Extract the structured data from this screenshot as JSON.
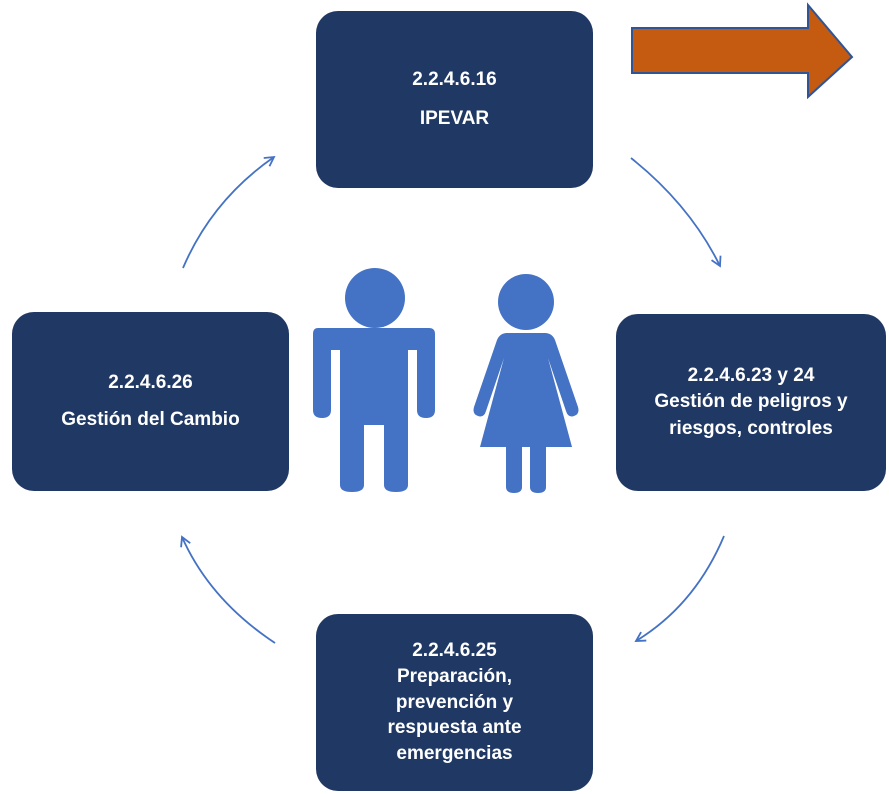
{
  "diagram": {
    "nodes": {
      "top": {
        "code": "2.2.4.6.16",
        "label": "IPEVAR"
      },
      "right": {
        "code": "2.2.4.6.23 y 24",
        "line1": "Gestión de peligros y",
        "line2": "riesgos, controles"
      },
      "bottom": {
        "code": "2.2.4.6.25",
        "line1": "Preparación,",
        "line2": "prevención y",
        "line3": "respuesta ante",
        "line4": "emergencias"
      },
      "left": {
        "code": "2.2.4.6.26",
        "label": "Gestión del Cambio"
      }
    },
    "colors": {
      "node_fill": "#203864",
      "arrow_stroke": "#4472C4",
      "people_fill": "#4472C4",
      "big_arrow_fill": "#C55A11",
      "big_arrow_stroke": "#2F5597"
    },
    "icons": [
      "man-icon",
      "woman-icon",
      "right-arrow-icon"
    ]
  }
}
